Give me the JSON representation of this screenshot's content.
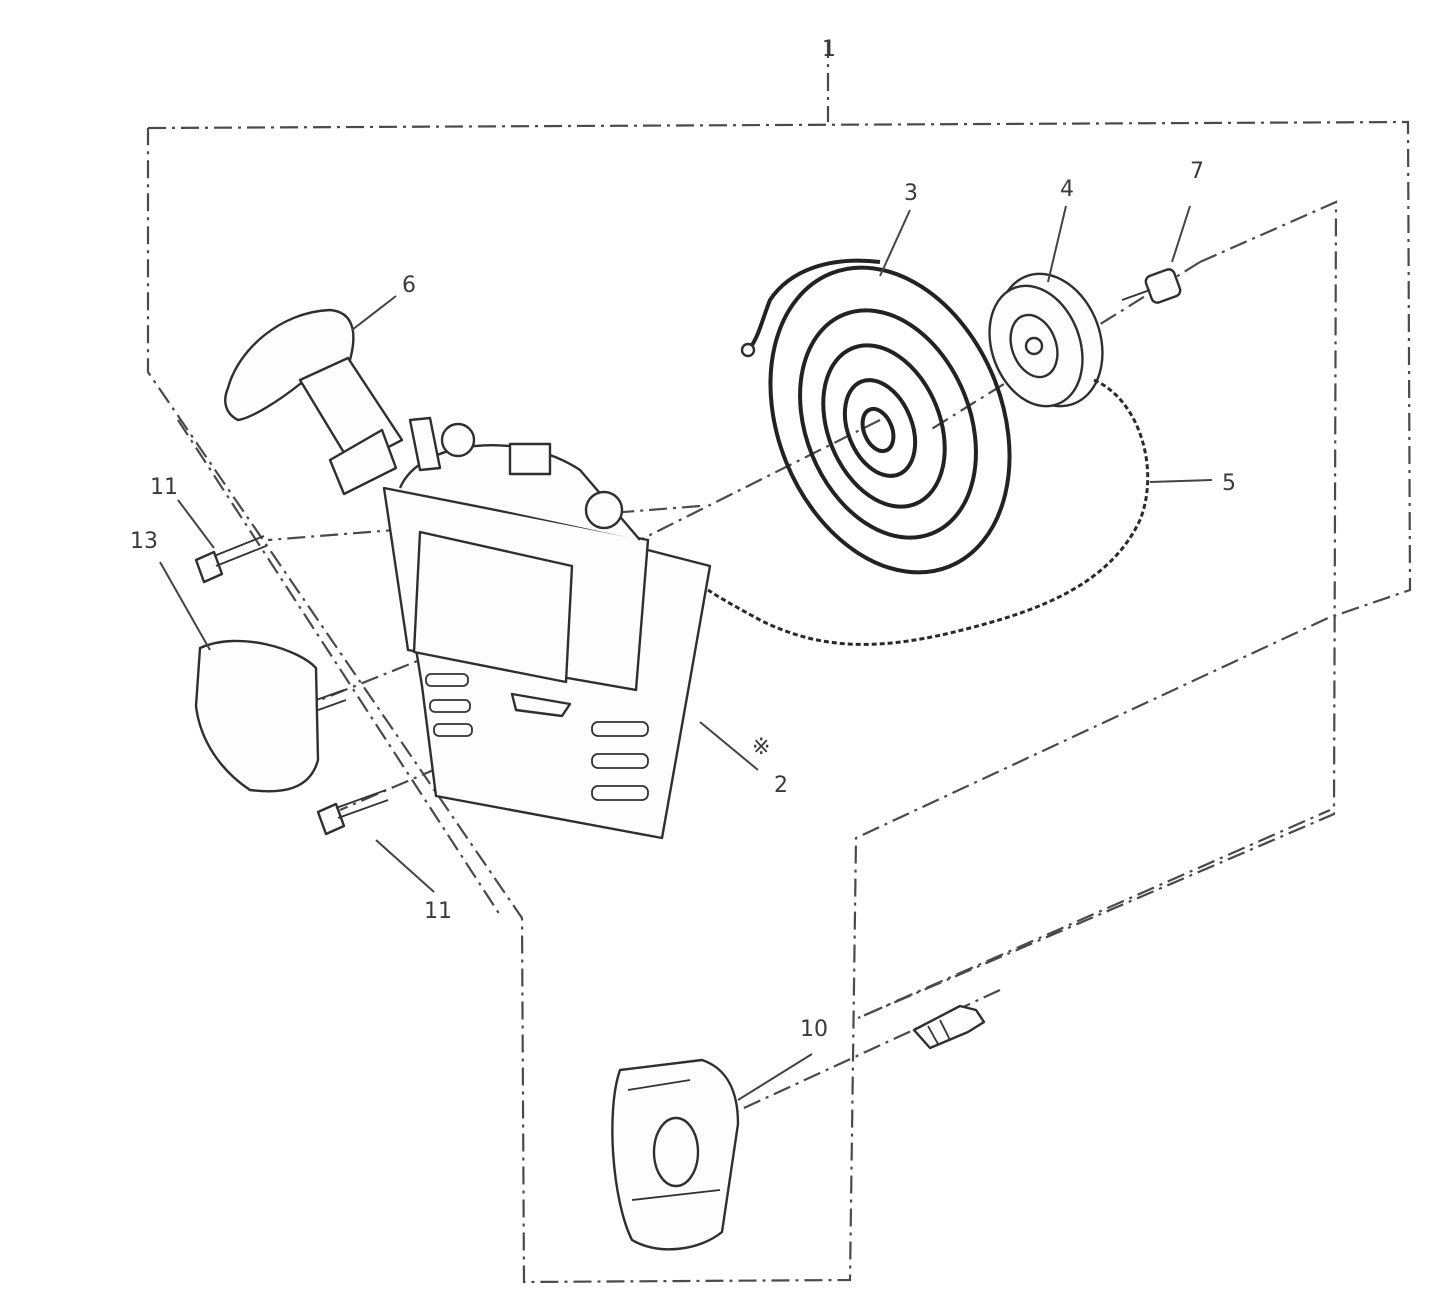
{
  "labels": {
    "p1": "1",
    "p2": "2",
    "p2_mark": "※",
    "p3": "3",
    "p4": "4",
    "p5": "5",
    "p6": "6",
    "p7": "7",
    "p10": "10",
    "p11a": "11",
    "p11b": "11",
    "p13": "13"
  },
  "colors": {
    "ink": "#2f2f2f",
    "paper": "#ffffff"
  }
}
